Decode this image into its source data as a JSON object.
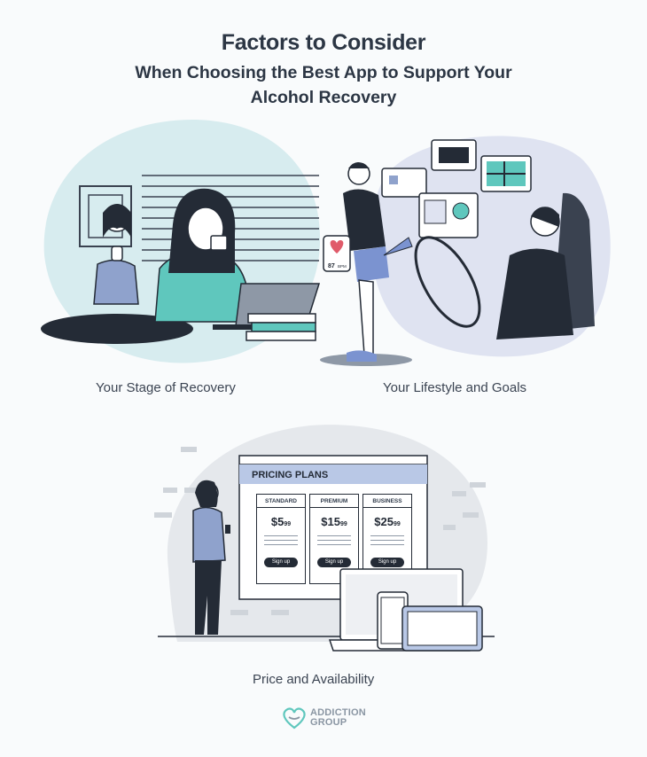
{
  "header": {
    "title": "Factors to Consider",
    "subtitle": "When Choosing the Best App to Support Your Alcohol Recovery"
  },
  "sections": [
    {
      "caption": "Your Stage of Recovery"
    },
    {
      "caption": "Your Lifestyle and Goals"
    },
    {
      "caption": "Price and Availability"
    }
  ],
  "watch": {
    "bpm": "87",
    "unit": "BPM"
  },
  "pricing": {
    "header": "PRICING PLANS",
    "plans": [
      {
        "name": "STANDARD",
        "price": "$5",
        "cents": "99",
        "cta": "Sign up"
      },
      {
        "name": "PREMIUM",
        "price": "$15",
        "cents": "99",
        "cta": "Sign up"
      },
      {
        "name": "BUSINESS",
        "price": "$25",
        "cents": "99",
        "cta": "Sign up"
      }
    ]
  },
  "logo": {
    "line1": "ADDICTION",
    "line2": "GROUP"
  },
  "colors": {
    "blob1": "#d7ecef",
    "blob2": "#dfe3f1",
    "blob3": "#e5e8ec",
    "accent": "#5fc7bd",
    "panel": "#b9c8e6",
    "dark": "#242b36"
  }
}
